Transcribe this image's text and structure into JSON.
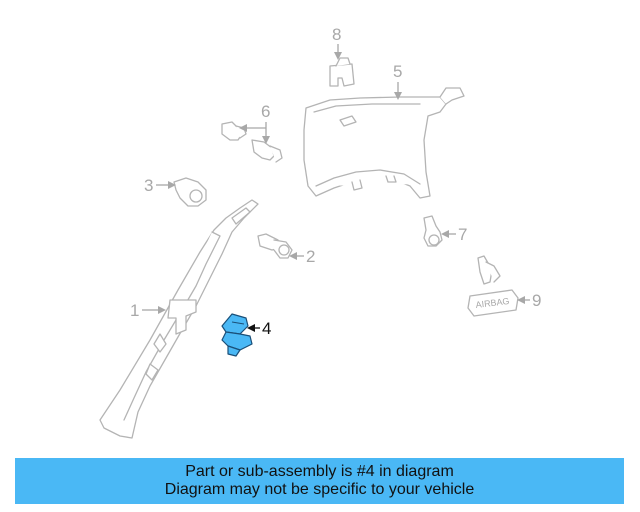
{
  "diagram": {
    "highlight_color": "#4ab8f5",
    "callouts": {
      "c1": "1",
      "c2": "2",
      "c3": "3",
      "c4": "4",
      "c5": "5",
      "c6": "6",
      "c7": "7",
      "c8": "8",
      "c9": "9"
    },
    "airbag_label": "AIRBAG"
  },
  "banner": {
    "line1": "Part or sub-assembly is #4 in diagram",
    "line2": "Diagram may not be specific to your vehicle",
    "background": "#4ab8f5"
  }
}
